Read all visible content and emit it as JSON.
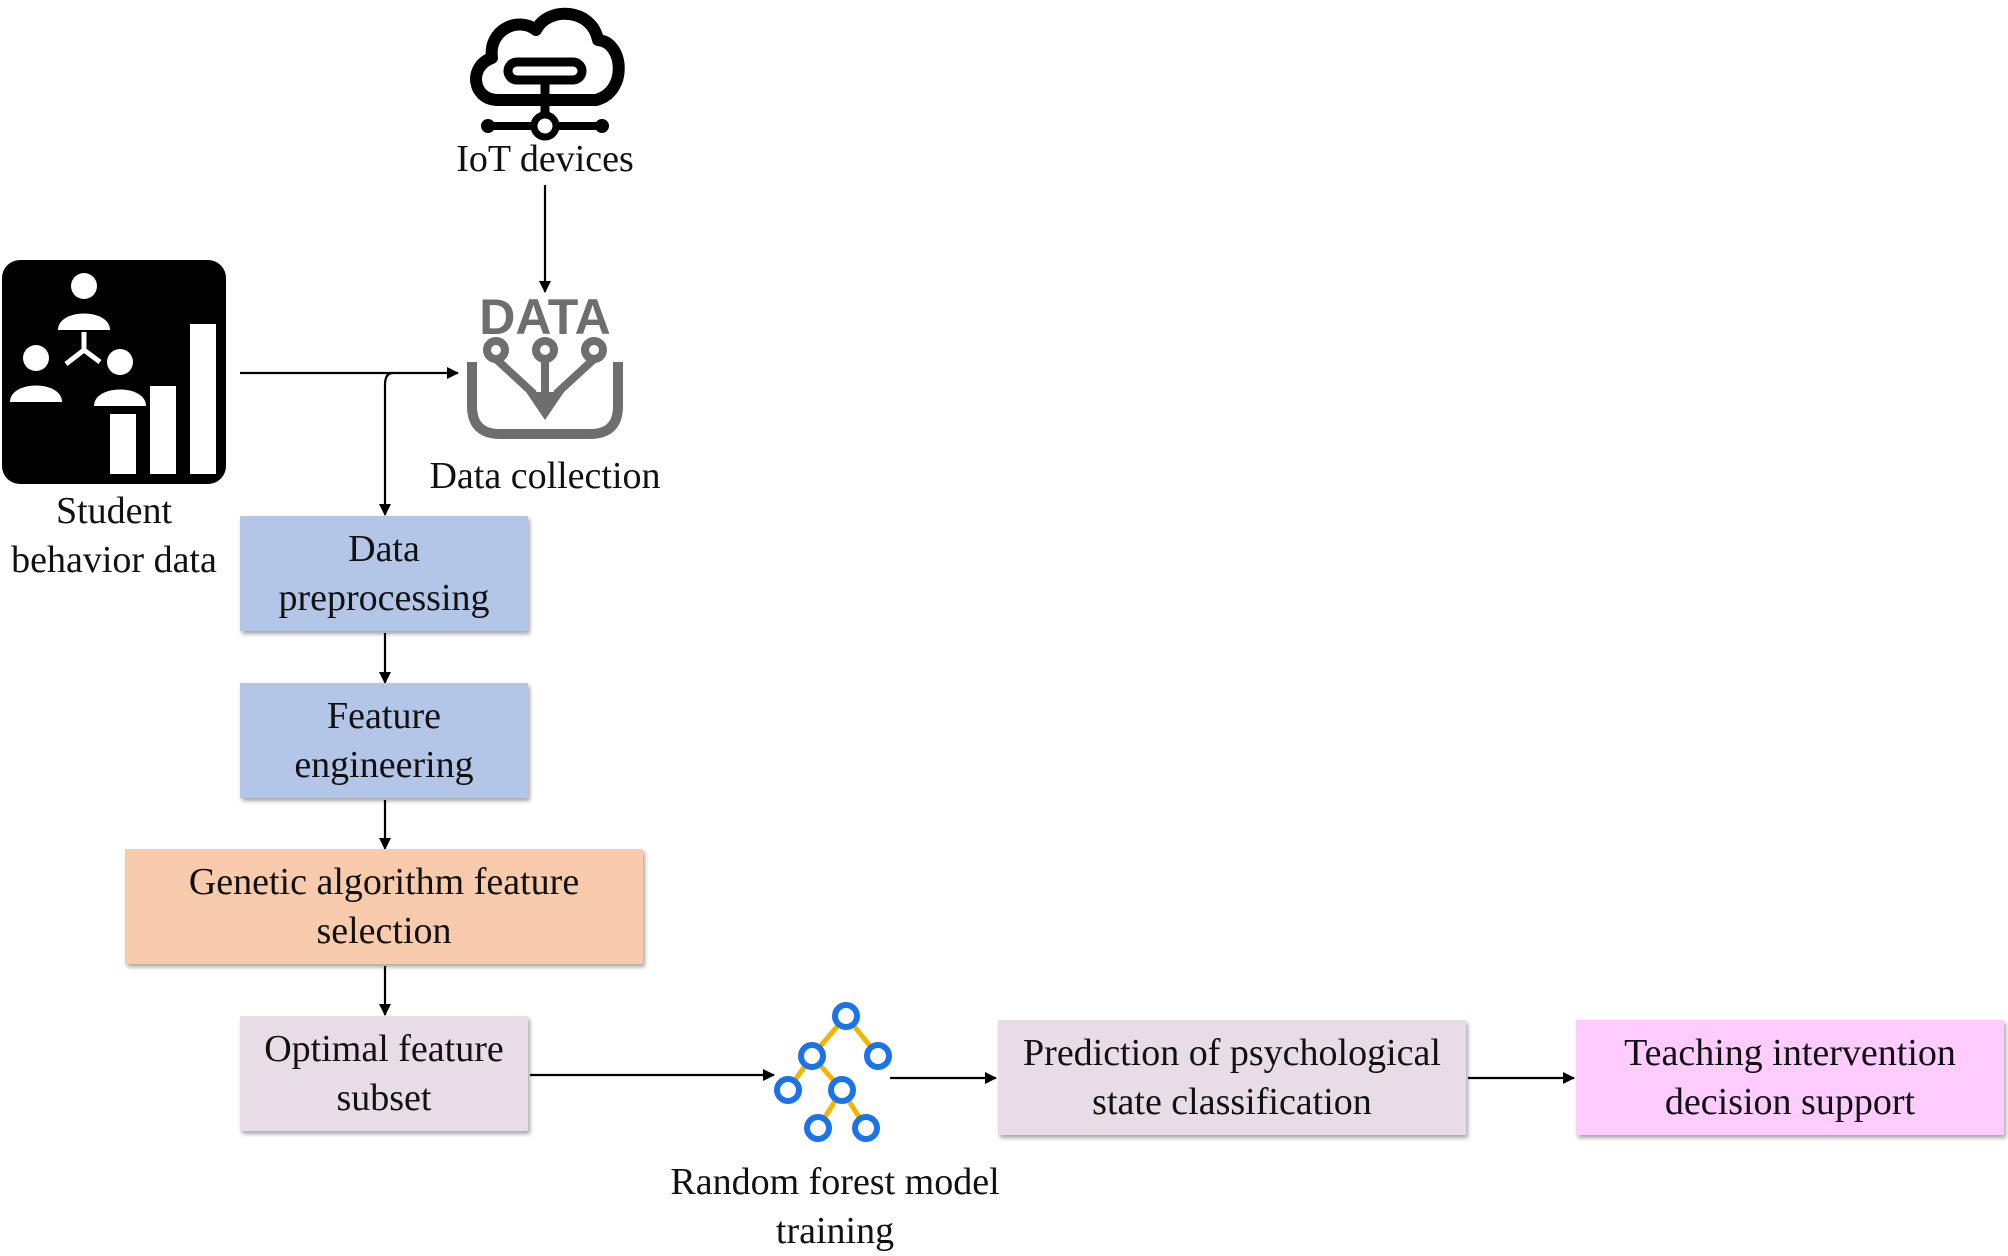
{
  "nodes": {
    "iot": {
      "label": "IoT devices",
      "icon": "cloud-network-icon"
    },
    "student": {
      "label": "Student\nbehavior data",
      "icon": "student-analytics-icon"
    },
    "collection": {
      "label": "Data collection",
      "icon": "data-collection-icon",
      "icon_text": "DATA"
    },
    "preprocessing": {
      "label": "Data\npreprocessing",
      "color": "#b4c6e7"
    },
    "feature_eng": {
      "label": "Feature\nengineering",
      "color": "#b4c6e7"
    },
    "ga_selection": {
      "label": "Genetic algorithm feature\nselection",
      "color": "#f8cbad"
    },
    "optimal_subset": {
      "label": "Optimal feature\nsubset",
      "color": "#e8dde6"
    },
    "rf_training": {
      "label": "Random forest model\ntraining",
      "icon": "tree-network-icon"
    },
    "prediction": {
      "label": "Prediction of psychological\nstate classification",
      "color": "#e8dde6"
    },
    "intervention": {
      "label": "Teaching intervention\ndecision support",
      "color": "#ffccff"
    }
  },
  "colors": {
    "icon_dark": "#000000",
    "data_icon_gray": "#6e6e6e",
    "tree_node_blue": "#1a73e8",
    "tree_edge_yellow": "#f4b400",
    "arrow": "#000000"
  }
}
